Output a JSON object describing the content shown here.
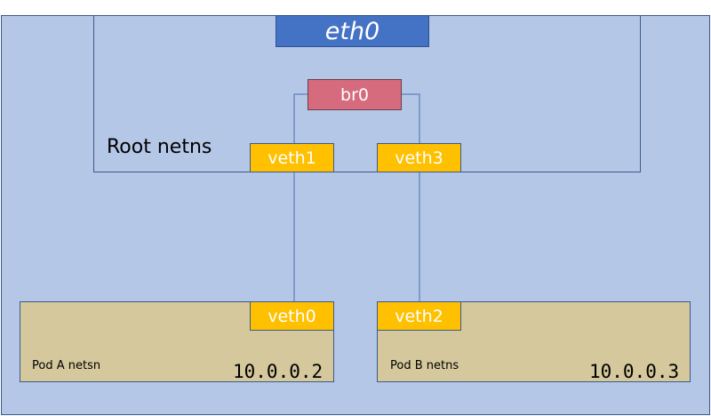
{
  "host": {
    "eth0_label": "eth0"
  },
  "root_netns": {
    "label": "Root netns",
    "bridge_label": "br0",
    "veth_left_label": "veth1",
    "veth_right_label": "veth3"
  },
  "pod_a": {
    "label": "Pod A netsn",
    "veth_label": "veth0",
    "ip": "10.0.0.2"
  },
  "pod_b": {
    "label": "Pod B netns",
    "veth_label": "veth2",
    "ip": "10.0.0.3"
  },
  "colors": {
    "host_bg": "#b4c7e7",
    "border": "#3d5a8a",
    "eth0": "#4472c4",
    "bridge": "#d66b7e",
    "veth": "#ffc000",
    "pod_bg": "#d4c89c"
  }
}
